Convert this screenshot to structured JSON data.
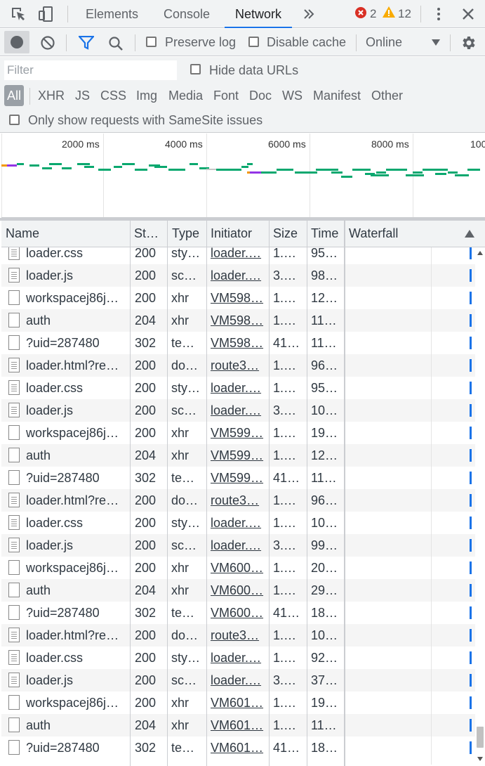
{
  "tabs": [
    {
      "label": "Elements"
    },
    {
      "label": "Console"
    },
    {
      "label": "Network"
    }
  ],
  "badges": {
    "errors": "2",
    "warnings": "12"
  },
  "toolbar": {
    "preserve_log": "Preserve log",
    "disable_cache": "Disable cache",
    "throttle": "Online"
  },
  "filter": {
    "placeholder": "Filter",
    "hide_data_urls": "Hide data URLs",
    "samesite": "Only show requests with SameSite issues",
    "types": [
      "All",
      "XHR",
      "JS",
      "CSS",
      "Img",
      "Media",
      "Font",
      "Doc",
      "WS",
      "Manifest",
      "Other"
    ]
  },
  "overview": {
    "ticks": [
      "2000 ms",
      "4000 ms",
      "6000 ms",
      "8000 ms",
      "100"
    ]
  },
  "columns": [
    "Name",
    "St…",
    "Type",
    "Initiator",
    "Size",
    "Time",
    "Waterfall"
  ],
  "rows": [
    {
      "name": "loader.css",
      "status": "200",
      "type": "sty…",
      "initiator": "loader.…",
      "size": "1.…",
      "time": "95…",
      "icon": "lines"
    },
    {
      "name": "loader.js",
      "status": "200",
      "type": "sc…",
      "initiator": "loader.…",
      "size": "3.…",
      "time": "98…",
      "icon": "lines"
    },
    {
      "name": "workspacej86j…",
      "status": "200",
      "type": "xhr",
      "initiator": "VM598…",
      "size": "1.…",
      "time": "12…",
      "icon": "plain"
    },
    {
      "name": "auth",
      "status": "204",
      "type": "xhr",
      "initiator": "VM598…",
      "size": "1.…",
      "time": "11…",
      "icon": "plain"
    },
    {
      "name": "?uid=287480",
      "status": "302",
      "type": "te…",
      "initiator": "VM598…",
      "size": "41…",
      "time": "11…",
      "icon": "plain"
    },
    {
      "name": "loader.html?re…",
      "status": "200",
      "type": "do…",
      "initiator": "route3…",
      "size": "1.…",
      "time": "96…",
      "icon": "lines"
    },
    {
      "name": "loader.css",
      "status": "200",
      "type": "sty…",
      "initiator": "loader.…",
      "size": "1.…",
      "time": "95…",
      "icon": "lines"
    },
    {
      "name": "loader.js",
      "status": "200",
      "type": "sc…",
      "initiator": "loader.…",
      "size": "3.…",
      "time": "10…",
      "icon": "lines"
    },
    {
      "name": "workspacej86j…",
      "status": "200",
      "type": "xhr",
      "initiator": "VM599…",
      "size": "1.…",
      "time": "19…",
      "icon": "plain"
    },
    {
      "name": "auth",
      "status": "204",
      "type": "xhr",
      "initiator": "VM599…",
      "size": "1.…",
      "time": "12…",
      "icon": "plain"
    },
    {
      "name": "?uid=287480",
      "status": "302",
      "type": "te…",
      "initiator": "VM599…",
      "size": "41…",
      "time": "11…",
      "icon": "plain"
    },
    {
      "name": "loader.html?re…",
      "status": "200",
      "type": "do…",
      "initiator": "route3…",
      "size": "1.…",
      "time": "96…",
      "icon": "lines"
    },
    {
      "name": "loader.css",
      "status": "200",
      "type": "sty…",
      "initiator": "loader.…",
      "size": "1.…",
      "time": "10…",
      "icon": "lines"
    },
    {
      "name": "loader.js",
      "status": "200",
      "type": "sc…",
      "initiator": "loader.…",
      "size": "3.…",
      "time": "99…",
      "icon": "lines"
    },
    {
      "name": "workspacej86j…",
      "status": "200",
      "type": "xhr",
      "initiator": "VM600…",
      "size": "1.…",
      "time": "20…",
      "icon": "plain"
    },
    {
      "name": "auth",
      "status": "204",
      "type": "xhr",
      "initiator": "VM600…",
      "size": "1.…",
      "time": "29…",
      "icon": "plain"
    },
    {
      "name": "?uid=287480",
      "status": "302",
      "type": "te…",
      "initiator": "VM600…",
      "size": "41…",
      "time": "18…",
      "icon": "plain"
    },
    {
      "name": "loader.html?re…",
      "status": "200",
      "type": "do…",
      "initiator": "route3…",
      "size": "1.…",
      "time": "10…",
      "icon": "lines"
    },
    {
      "name": "loader.css",
      "status": "200",
      "type": "sty…",
      "initiator": "loader.…",
      "size": "1.…",
      "time": "92…",
      "icon": "lines"
    },
    {
      "name": "loader.js",
      "status": "200",
      "type": "sc…",
      "initiator": "loader.…",
      "size": "3.…",
      "time": "37…",
      "icon": "lines"
    },
    {
      "name": "workspacej86j…",
      "status": "200",
      "type": "xhr",
      "initiator": "VM601…",
      "size": "1.…",
      "time": "19…",
      "icon": "plain"
    },
    {
      "name": "auth",
      "status": "204",
      "type": "xhr",
      "initiator": "VM601…",
      "size": "1.…",
      "time": "11…",
      "icon": "plain"
    },
    {
      "name": "?uid=287480",
      "status": "302",
      "type": "te…",
      "initiator": "VM601…",
      "size": "41…",
      "time": "18…",
      "icon": "plain"
    }
  ],
  "colors": {
    "accent": "#1a73e8",
    "error": "#d93025",
    "warning": "#f9ab00",
    "bar_green": "#0aa86f",
    "bar_purple": "#9334e6",
    "bar_orange": "#f29900"
  }
}
